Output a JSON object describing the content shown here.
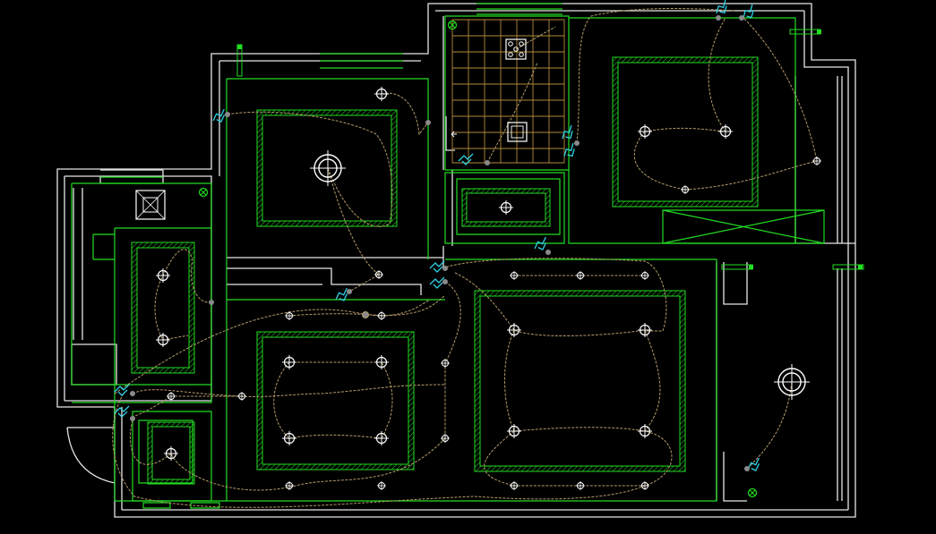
{
  "drawing": {
    "type": "reflected ceiling lighting plan",
    "colors": {
      "background": "#000000",
      "walls": "#e6e6e6",
      "ceiling_outlines": "#22dd22",
      "wiring": "#b39a6a",
      "switches": "#2fd3e6",
      "kitchen_tiles": "#b08a3a"
    },
    "rooms": [
      {
        "id": "bedroom-upper-left",
        "fixtures": [
          "pendant-light",
          "downlight"
        ]
      },
      {
        "id": "kitchen",
        "fixtures": [
          "ceiling-fan-vent",
          "exhaust-box"
        ]
      },
      {
        "id": "bedroom-upper-right",
        "fixtures": [
          "downlight",
          "downlight",
          "downlight"
        ]
      },
      {
        "id": "bathroom-left",
        "fixtures": [
          "vent-fan",
          "downlight",
          "downlight"
        ]
      },
      {
        "id": "dining",
        "fixtures": [
          "downlight",
          "downlight",
          "downlight",
          "downlight"
        ]
      },
      {
        "id": "living-room",
        "fixtures": [
          "downlight",
          "downlight",
          "downlight",
          "downlight"
        ]
      },
      {
        "id": "balcony",
        "fixtures": [
          "pendant-light"
        ]
      },
      {
        "id": "powder-room",
        "fixtures": [
          "downlight"
        ]
      }
    ]
  }
}
